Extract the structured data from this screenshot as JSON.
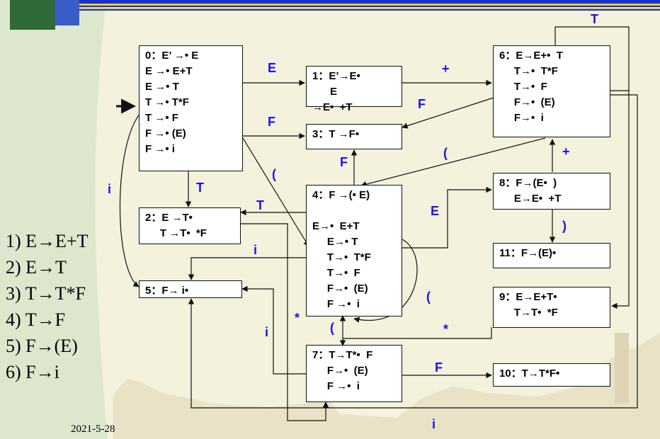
{
  "colors": {
    "label": "#1515e6",
    "line": "#111111",
    "box_bg": "#ffffff",
    "top_band": "#1a2fd0",
    "band_yellow": "#e3d126"
  },
  "states": [
    {
      "id": "s0",
      "lines": [
        "0：E’ →• E",
        "E →• E+T",
        "E →• T",
        "T →• T*F",
        "T →• F",
        "F →• (E)",
        "F →• i"
      ]
    },
    {
      "id": "s1",
      "lines": [
        "1：E’→E•",
        "      E",
        "→E•  +T"
      ]
    },
    {
      "id": "s2",
      "lines": [
        "2：E →T•",
        "     T →T•  *F"
      ]
    },
    {
      "id": "s3",
      "lines": [
        "3：T →F•"
      ]
    },
    {
      "id": "s4",
      "lines": [
        "4：F →(• E)",
        "",
        "E→•  E+T",
        "     E→• T",
        "     T→•  T*F",
        "     T→•  F",
        "     F→•  (E)",
        "     F →•  i"
      ]
    },
    {
      "id": "s5",
      "lines": [
        "5：F→ i•"
      ]
    },
    {
      "id": "s6",
      "lines": [
        "6：E→E+•  T",
        "     T→•  T*F",
        "     T→•  F",
        "     F→•  (E)",
        "     F→•  i"
      ]
    },
    {
      "id": "s7",
      "lines": [
        "7：T→T*•  F",
        "     F→•  (E)",
        "     F →•  i"
      ]
    },
    {
      "id": "s8",
      "lines": [
        "8：F→(E•  )",
        "     E→E•  +T"
      ]
    },
    {
      "id": "s9",
      "lines": [
        "9：E→E+T•",
        "     T→T•  *F"
      ]
    },
    {
      "id": "s10",
      "lines": [
        "10：T→T*F•"
      ]
    },
    {
      "id": "s11",
      "lines": [
        "11：F→(E)•"
      ]
    }
  ],
  "edge_labels": [
    "E",
    "F",
    "(",
    "i",
    "T",
    "+",
    "F",
    "T",
    "F",
    "(",
    "+",
    "E",
    ")",
    "i",
    "*",
    "(",
    "i",
    "*",
    "(",
    "F",
    "i"
  ],
  "rules": [
    "1) E→E+T",
    "2) E→T",
    "3) T→T*F",
    "4) T→F",
    "5) F→(E)",
    "6) F→i"
  ],
  "date": "2021-5-28"
}
